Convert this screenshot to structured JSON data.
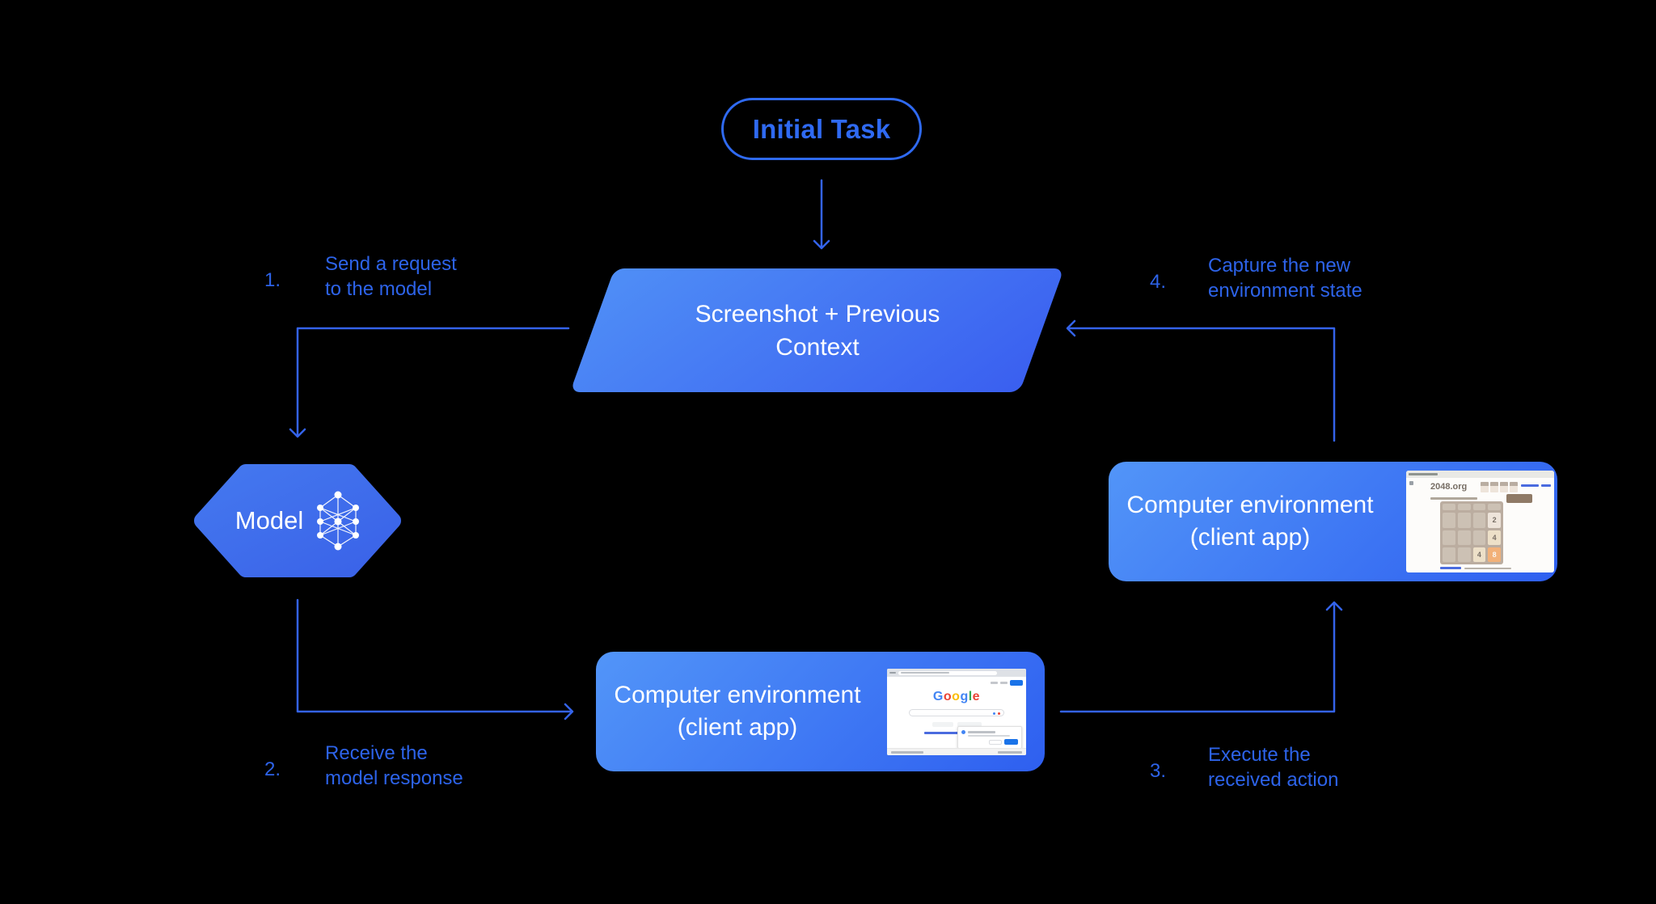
{
  "initial_task": {
    "label": "Initial Task"
  },
  "context": {
    "line1": "Screenshot + Previous",
    "line2": "Context"
  },
  "model": {
    "label": "Model"
  },
  "env_right": {
    "line1": "Computer environment",
    "line2": "(client app)"
  },
  "env_bottom": {
    "line1": "Computer environment",
    "line2": "(client app)"
  },
  "steps": [
    {
      "number": "1.",
      "line1": "Send a request",
      "line2": "to the model"
    },
    {
      "number": "2.",
      "line1": "Receive the",
      "line2": "model response"
    },
    {
      "number": "3.",
      "line1": "Execute the",
      "line2": "received action"
    },
    {
      "number": "4.",
      "line1": "Capture the new",
      "line2": "environment state"
    }
  ],
  "thumbnails": {
    "game_2048": {
      "site": "2048.org",
      "grid": [
        [
          "",
          "",
          "",
          ""
        ],
        [
          "",
          "",
          "",
          "2"
        ],
        [
          "",
          "",
          "",
          "4"
        ],
        [
          "",
          "",
          "4",
          "8"
        ]
      ]
    },
    "google": {
      "letters": [
        {
          "ch": "G",
          "color": "#4285F4"
        },
        {
          "ch": "o",
          "color": "#EA4335"
        },
        {
          "ch": "o",
          "color": "#FBBC05"
        },
        {
          "ch": "g",
          "color": "#4285F4"
        },
        {
          "ch": "l",
          "color": "#34A853"
        },
        {
          "ch": "e",
          "color": "#EA4335"
        }
      ]
    }
  },
  "colors": {
    "background": "#000000",
    "connector_blue": "#3463ea",
    "label_blue": "#2d63e9",
    "pill_blue": "#2f6af2",
    "shape_gradient_light": "#5295f8",
    "shape_gradient_dark": "#2e5ff0",
    "tile_2": "#eee4da",
    "tile_4": "#ede0c8",
    "tile_8": "#f2b179"
  }
}
